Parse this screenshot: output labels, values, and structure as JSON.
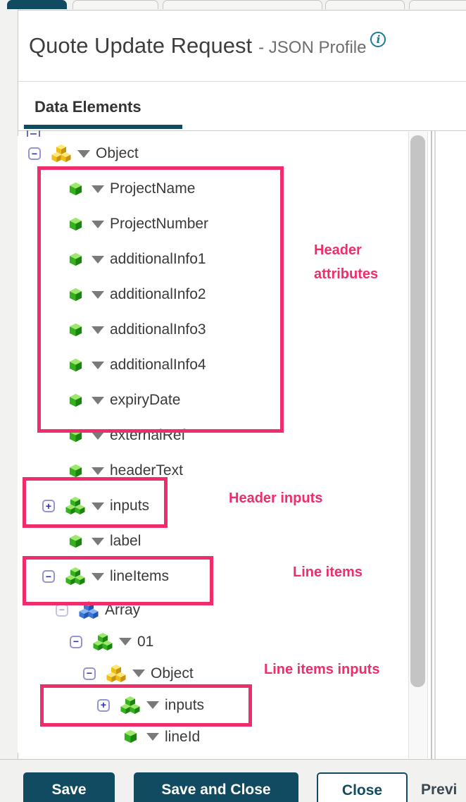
{
  "header": {
    "title": "Quote Update Request",
    "subtitle": "- JSON Profile",
    "info_icon_glyph": "i"
  },
  "tabs": {
    "data_elements_label": "Data Elements"
  },
  "tree": {
    "rows": [
      {
        "label": "Object",
        "depth": 0,
        "expander": "minus",
        "icon": "cluster-yellow",
        "caret": true
      },
      {
        "label": "ProjectName",
        "depth": 1,
        "expander": null,
        "icon": "cube-green",
        "caret": true
      },
      {
        "label": "ProjectNumber",
        "depth": 1,
        "expander": null,
        "icon": "cube-green",
        "caret": true
      },
      {
        "label": "additionalInfo1",
        "depth": 1,
        "expander": null,
        "icon": "cube-green",
        "caret": true
      },
      {
        "label": "additionalInfo2",
        "depth": 1,
        "expander": null,
        "icon": "cube-green",
        "caret": true
      },
      {
        "label": "additionalInfo3",
        "depth": 1,
        "expander": null,
        "icon": "cube-green",
        "caret": true
      },
      {
        "label": "additionalInfo4",
        "depth": 1,
        "expander": null,
        "icon": "cube-green",
        "caret": true
      },
      {
        "label": "expiryDate",
        "depth": 1,
        "expander": null,
        "icon": "cube-green",
        "caret": true
      },
      {
        "label": "externalRef",
        "depth": 1,
        "expander": null,
        "icon": "cube-green",
        "caret": true
      },
      {
        "label": "headerText",
        "depth": 1,
        "expander": null,
        "icon": "cube-green",
        "caret": true
      },
      {
        "label": "inputs",
        "depth": 1,
        "expander": "plus",
        "icon": "cluster-green",
        "caret": true
      },
      {
        "label": "label",
        "depth": 1,
        "expander": null,
        "icon": "cube-green",
        "caret": true
      },
      {
        "label": "lineItems",
        "depth": 1,
        "expander": "minus",
        "icon": "cluster-green",
        "caret": true
      },
      {
        "label": "Array",
        "depth": 2,
        "expander": "minus-light",
        "icon": "cluster-blue",
        "caret": false
      },
      {
        "label": "01",
        "depth": 3,
        "expander": "minus",
        "icon": "cluster-green",
        "caret": true
      },
      {
        "label": "Object",
        "depth": 4,
        "expander": "minus",
        "icon": "cluster-yellow",
        "caret": true
      },
      {
        "label": "inputs",
        "depth": 5,
        "expander": "plus",
        "icon": "cluster-green",
        "caret": true
      },
      {
        "label": "lineId",
        "depth": 5,
        "expander": null,
        "icon": "cube-green",
        "caret": true
      }
    ]
  },
  "annotations": [
    {
      "name": "header-attributes",
      "label": "Header attributes"
    },
    {
      "name": "header-inputs",
      "label": "Header inputs"
    },
    {
      "name": "line-items",
      "label": "Line items"
    },
    {
      "name": "line-items-inputs",
      "label": "Line items inputs"
    }
  ],
  "footer": {
    "save_label": "Save",
    "save_and_close_label": "Save and Close",
    "close_label": "Close",
    "preview_partial_label": "Previ"
  },
  "colors": {
    "accent": "#114b61",
    "annotation_pink": "#ee2d6a",
    "cube_green": [
      "#9ce86b",
      "#35b01e",
      "#1b8410"
    ],
    "cube_yellow": [
      "#ffe873",
      "#efbe1d",
      "#c89310"
    ],
    "cube_blue": [
      "#7fb3f2",
      "#3b77d6",
      "#2356ae"
    ]
  }
}
